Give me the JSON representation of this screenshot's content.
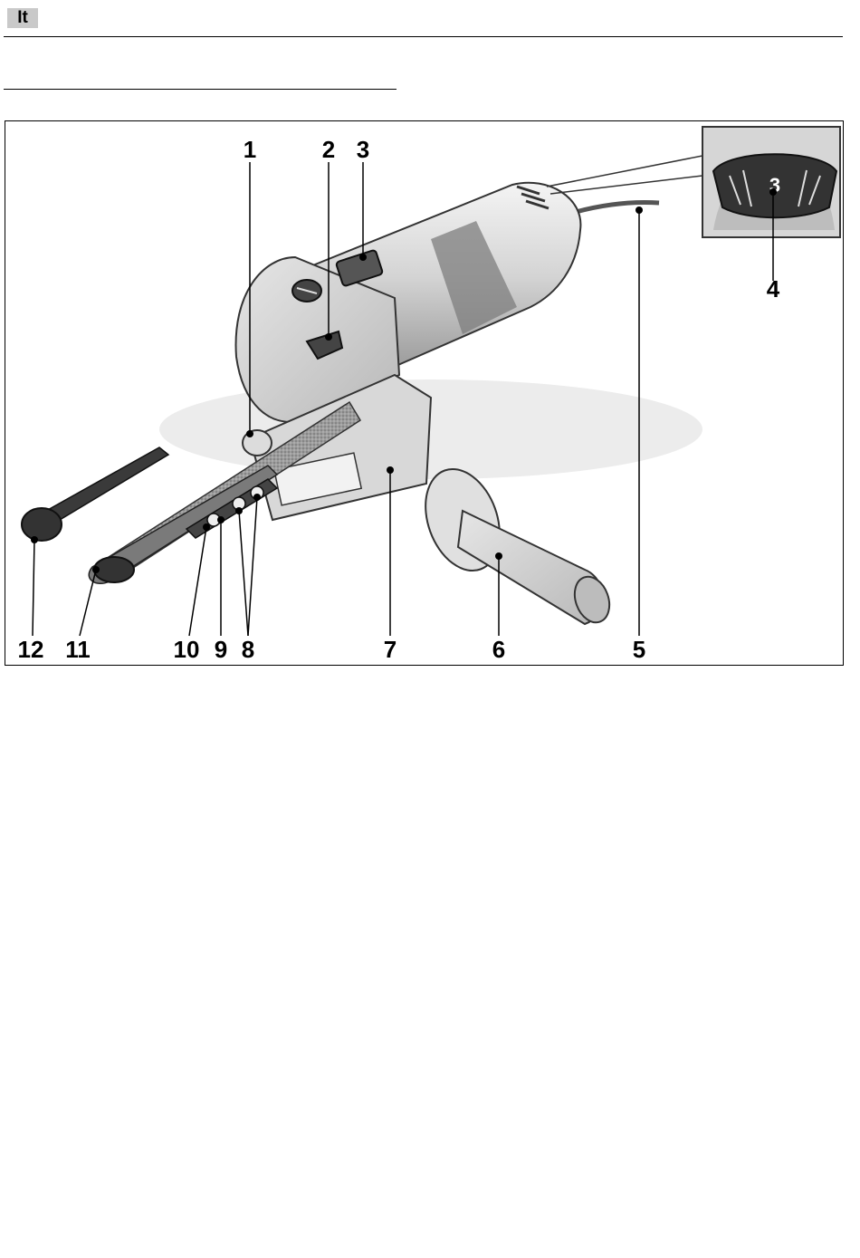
{
  "header": {
    "language_code": "It"
  },
  "figure": {
    "callouts": {
      "c1": "1",
      "c2": "2",
      "c3": "3",
      "c4": "4",
      "c5": "5",
      "c6": "6",
      "c7": "7",
      "c8": "8",
      "c9": "9",
      "c10": "10",
      "c11": "11",
      "c12": "12"
    },
    "inset_dial_value": "3"
  }
}
